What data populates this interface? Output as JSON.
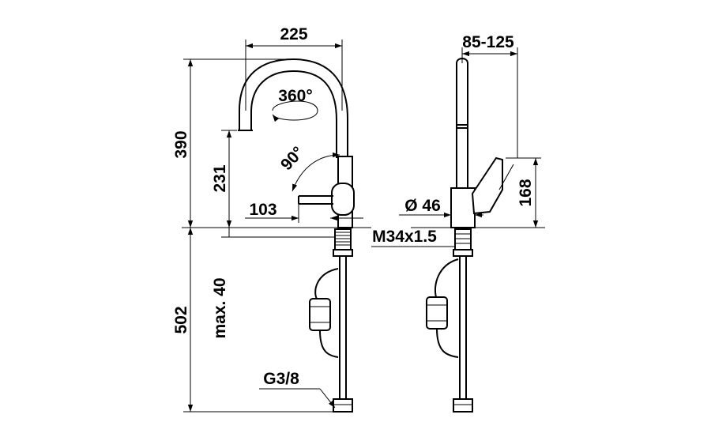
{
  "dimensions": {
    "width_225": "225",
    "height_390": "390",
    "height_231": "231",
    "rotation_360": "360°",
    "angle_90": "90°",
    "reach_103": "103",
    "depth_502": "502",
    "max_40": "max. 40",
    "thread_g38": "G3/8",
    "range_85_125": "85-125",
    "diameter_46": "Ø 46",
    "height_168": "168",
    "thread_m34": "M34x1.5"
  }
}
